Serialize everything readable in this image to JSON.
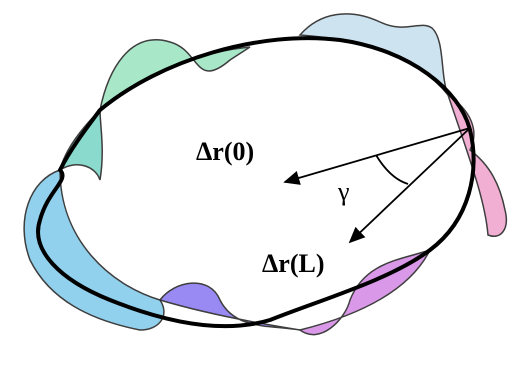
{
  "figure": {
    "labels": {
      "vector_start": "Δr(0)",
      "vector_end": "Δr(L)",
      "angle": "γ"
    },
    "ribbon_colors": [
      "#8fe0b4",
      "#6ec7e8",
      "#8d7df0",
      "#c68bf0",
      "#f08bc0",
      "#f2a0d2",
      "#e6c3ef",
      "#a8ebd1"
    ],
    "outline_color": "#000000"
  }
}
